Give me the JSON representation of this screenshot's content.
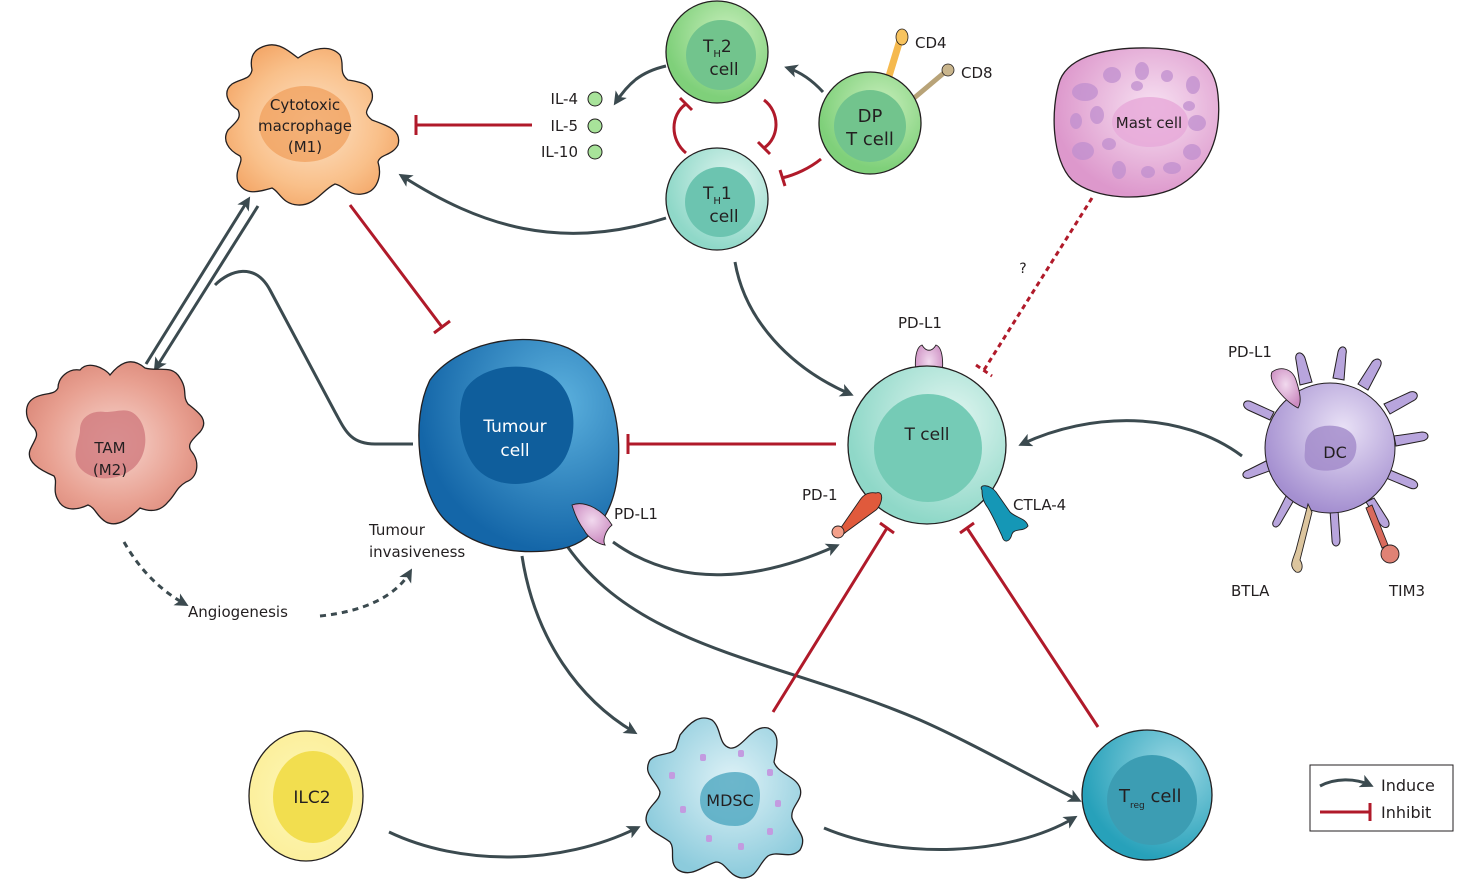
{
  "cells": {
    "m1": {
      "line1": "Cytotoxic",
      "line2": "macrophage",
      "line3": "(M1)"
    },
    "th2": {
      "main": "T",
      "sub": "H",
      "num": "2",
      "line2": "cell"
    },
    "th1": {
      "main": "T",
      "sub": "H",
      "num": "1",
      "line2": "cell"
    },
    "dp": {
      "line1": "DP",
      "line2": "T cell"
    },
    "mast": {
      "label": "Mast cell"
    },
    "tam": {
      "line1": "TAM",
      "line2": "(M2)"
    },
    "tumour": {
      "line1": "Tumour",
      "line2": "cell"
    },
    "tcell": {
      "label": "T cell"
    },
    "dc": {
      "label": "DC"
    },
    "ilc2": {
      "label": "ILC2"
    },
    "mdsc": {
      "label": "MDSC"
    },
    "treg": {
      "main": "T",
      "sub": "reg",
      "rest": " cell"
    }
  },
  "cytokines": [
    "IL-4",
    "IL-5",
    "IL-10"
  ],
  "receptors": {
    "cd4": "CD4",
    "cd8": "CD8",
    "pdl1_tcell": "PD-L1",
    "pdl1_tumour": "PD-L1",
    "pdl1_dc": "PD-L1",
    "pd1": "PD-1",
    "ctla4": "CTLA-4",
    "btla": "BTLA",
    "tim3": "TIM3"
  },
  "annotations": {
    "question": "?",
    "angiogenesis": "Angiogenesis",
    "invasiveness_line1": "Tumour",
    "invasiveness_line2": "invasiveness"
  },
  "legend": {
    "induce": "Induce",
    "inhibit": "Inhibit"
  },
  "colors": {
    "induce": "#3b4a4f",
    "inhibit": "#b01a2a"
  }
}
